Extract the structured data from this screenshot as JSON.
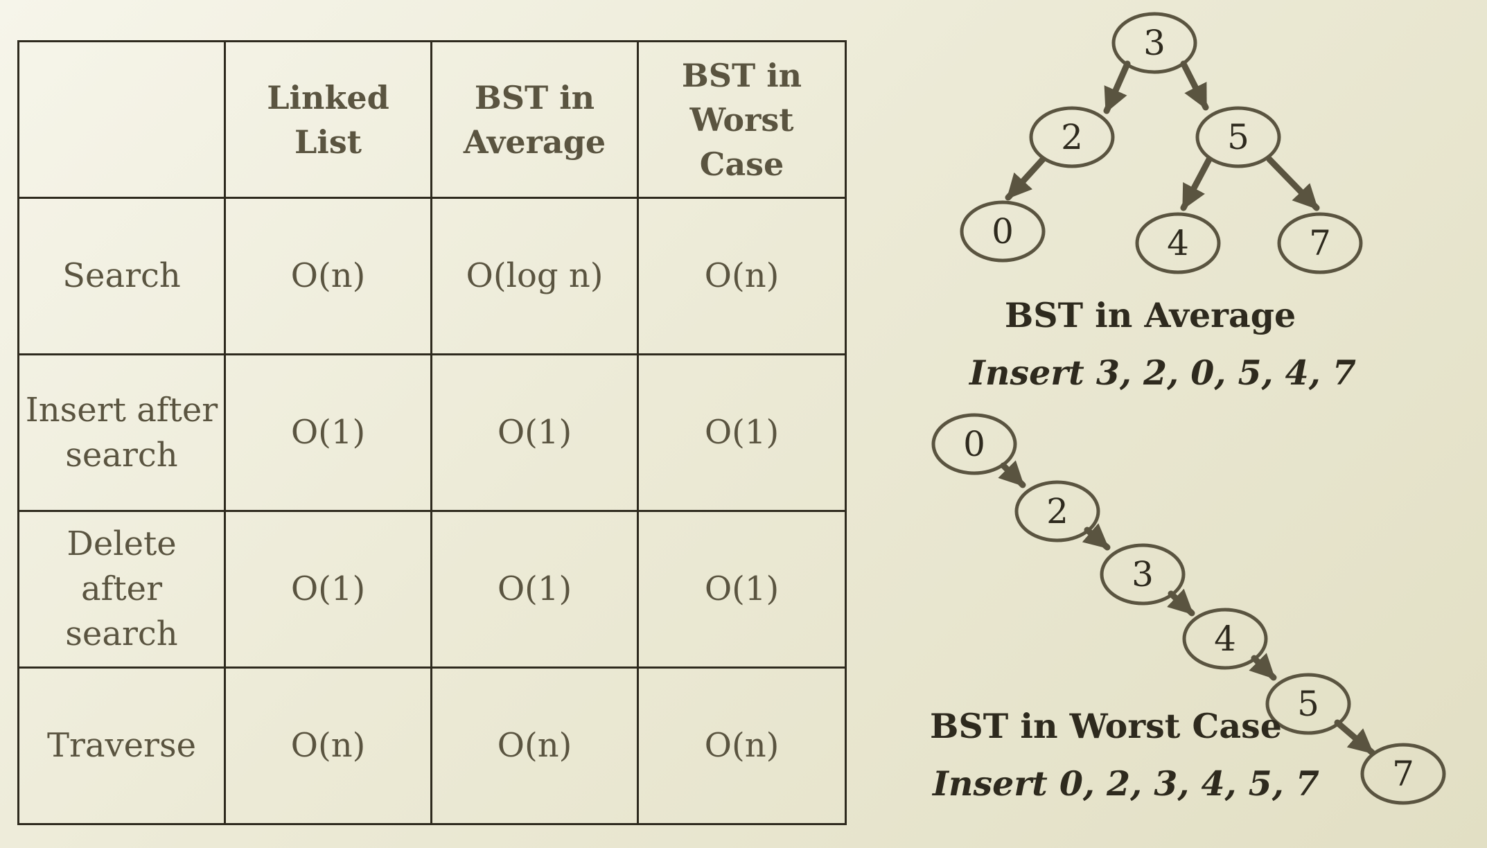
{
  "table": {
    "headers": [
      "",
      "Linked List",
      "BST in Average",
      "BST in Worst Case"
    ],
    "rows": [
      {
        "label": "Search",
        "cells": [
          "O(n)",
          "O(log n)",
          "O(n)"
        ]
      },
      {
        "label": "Insert after search",
        "cells": [
          "O(1)",
          "O(1)",
          "O(1)"
        ]
      },
      {
        "label": "Delete after search",
        "cells": [
          "O(1)",
          "O(1)",
          "O(1)"
        ]
      },
      {
        "label": "Traverse",
        "cells": [
          "O(n)",
          "O(n)",
          "O(n)"
        ]
      }
    ]
  },
  "average_tree": {
    "title": "BST in Average",
    "subtitle": "Insert 3, 2, 0, 5, 4, 7",
    "nodes": [
      "3",
      "2",
      "5",
      "0",
      "4",
      "7"
    ]
  },
  "worst_tree": {
    "title": "BST in Worst Case",
    "subtitle": "Insert 0, 2, 3, 4, 5, 7",
    "nodes": [
      "0",
      "2",
      "3",
      "4",
      "5",
      "7"
    ]
  },
  "colors": {
    "text": "#5a5440",
    "line": "#2e2a1e",
    "background": "#ecead6"
  }
}
